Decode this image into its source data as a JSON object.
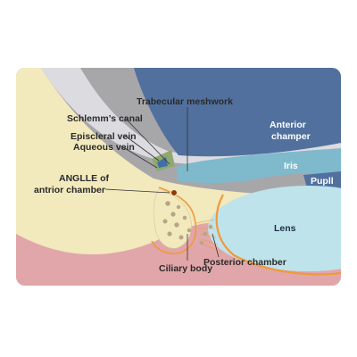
{
  "labels": {
    "trabecular_meshwork": "Trabecular meshwork",
    "schlemms_canal": "Schlemm’s canal",
    "episcleral_vein": "Episcleral vein",
    "aqueous_vein": "Aqueous vein",
    "angle_line1": "ANGLLE of",
    "angle_line2": "antrior chamber",
    "anterior_line1": "Anterior",
    "anterior_line2": "champer",
    "iris": "Iris",
    "pupil": "Pupll",
    "lens": "Lens",
    "ciliary_body": "Ciliary body",
    "posterior_chamber": "Posterior chamber"
  },
  "colors": {
    "panel_background": "#a7a7a9",
    "anterior_chamber": "#51709e",
    "iris": "#7fb9cc",
    "lens": "#bfe3ea",
    "sclera": "#f2e9bd",
    "ciliary_body": "#e1a6a9",
    "orange_line": "#ef9a3a"
  }
}
